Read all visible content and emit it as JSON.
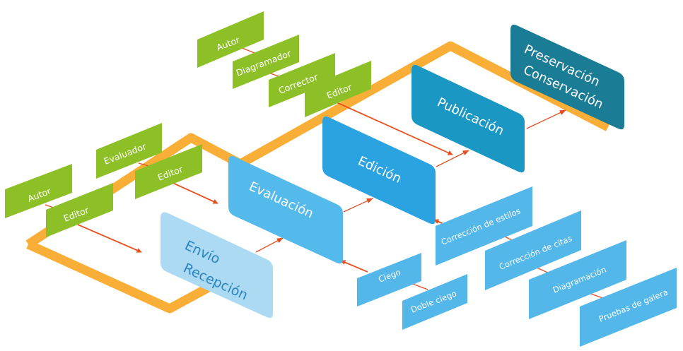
{
  "colors": {
    "frame": "#f9ae38",
    "green": "#8dc026",
    "arrow": "#e8511f",
    "link": "#e34f25",
    "envio": "#acdaf2",
    "envio_text": "#2a84bf",
    "evaluacion": "#54b9eb",
    "edicion": "#2ba3e1",
    "publicacion": "#1a97c2",
    "preservacion": "#1b7c95",
    "small": "#53b7ea"
  },
  "stages": {
    "envio": [
      "Envío",
      "Recepción"
    ],
    "evaluacion": "Evaluación",
    "edicion": "Edición",
    "publicacion": "Publicación",
    "preservacion": [
      "Preservación",
      "Conservación"
    ]
  },
  "roles": {
    "group_envio": [
      "Autor",
      "Editor"
    ],
    "group_evaluacion": [
      "Evaluador",
      "Editor"
    ],
    "group_publicacion": [
      "Autor",
      "Diagramador",
      "Corrector",
      "Editor"
    ]
  },
  "review_types": [
    "Ciego",
    "Doble ciego"
  ],
  "editing_tasks": [
    "Corrección de estilos",
    "Corrección de citas",
    "Diagramación",
    "Pruebas de galera"
  ]
}
